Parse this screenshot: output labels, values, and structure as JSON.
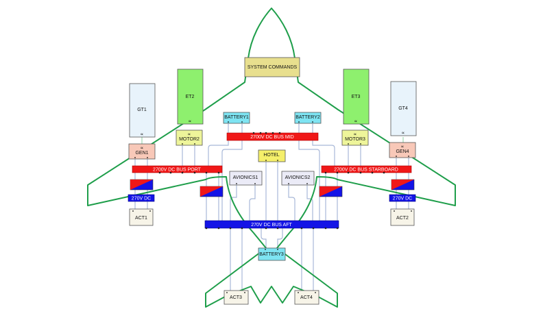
{
  "title": "Aircraft electrical power architecture",
  "colors": {
    "airframe": "#1e9e4a",
    "wire": "#a8b8d8",
    "bus_red": "#f01818",
    "bus_blue": "#1414e6",
    "gt_fill": "#e8f3fb",
    "et_fill": "#8ef06e",
    "motor_fill": "#eef59a",
    "gen_fill": "#f8c8b8",
    "battery_fill": "#7ee4f2",
    "hotel_fill": "#f5ef6a",
    "avionics_fill": "#ebebf7",
    "act_fill": "#f7f4e8",
    "syscmd_fill": "#e8df8e"
  },
  "components": {
    "system_commands": "SYSTEM COMMANDS",
    "gt1": "GT1",
    "gt4": "GT4",
    "et2": "ET2",
    "et3": "ET3",
    "gen1": "GEN1",
    "gen4": "GEN4",
    "motor2": "MOTOR2",
    "motor3": "MOTOR3",
    "battery1": "BATTERY1",
    "battery2": "BATTERY2",
    "battery3": "BATTERY3",
    "hotel": "HOTEL",
    "avionics1": "AVIONICS1",
    "avionics2": "AVIONICS2",
    "act1": "ACT1",
    "act2": "ACT2",
    "act3": "ACT3",
    "act4": "ACT4",
    "shaft_symbol": "∝"
  },
  "buses": {
    "mid": "2700V DC BUS MID",
    "port": "2700V DC BUS PORT",
    "starboard": "2700V DC BUS STARBOARD",
    "aft": "270V DC BUS AFT",
    "dc_port": "270V DC",
    "dc_starboard": "270V DC"
  }
}
